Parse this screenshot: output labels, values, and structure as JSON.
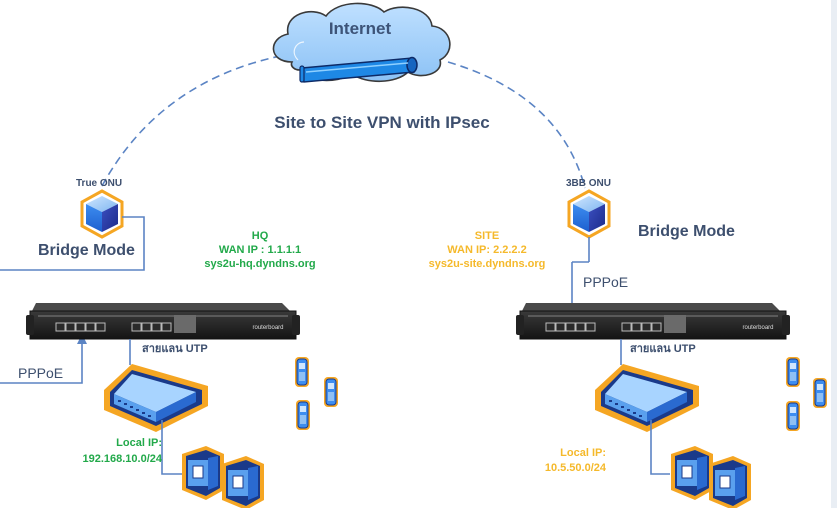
{
  "diagram": {
    "title": "Site to Site VPN with IPsec",
    "cloud": {
      "label": "Internet",
      "icon": "cloud-icon",
      "tunnel_icon": "vpn-tunnel-icon"
    },
    "hq": {
      "onu_label": "True ONU",
      "bridge_label": "Bridge Mode",
      "pppoe_label": "PPPoE",
      "name": "HQ",
      "wan_ip": "WAN IP : 1.1.1.1",
      "ddns": "sys2u-hq.dyndns.org",
      "utp_label": "สายแลน UTP",
      "local_ip_label": "Local IP:",
      "local_subnet": "192.168.10.0/24",
      "router_brand": "routerboard",
      "label_color": "#22a94a"
    },
    "site": {
      "onu_label": "3BB ONU",
      "bridge_label": "Bridge Mode",
      "pppoe_label": "PPPoE",
      "name": "SITE",
      "wan_ip": "WAN IP: 2.2.2.2",
      "ddns": "sys2u-site.dyndns.org",
      "utp_label": "สายแลน UTP",
      "local_ip_label": "Local IP:",
      "local_subnet": "10.5.50.0/24",
      "router_brand": "routerboard",
      "label_color": "#f5b92b"
    },
    "colors": {
      "connector_line": "#5b84c4",
      "dashed_link": "#5b84c4",
      "icon_outline": "#f5a623",
      "icon_blue": "#2f7bd9",
      "text_dark": "#3d4f6e"
    }
  }
}
